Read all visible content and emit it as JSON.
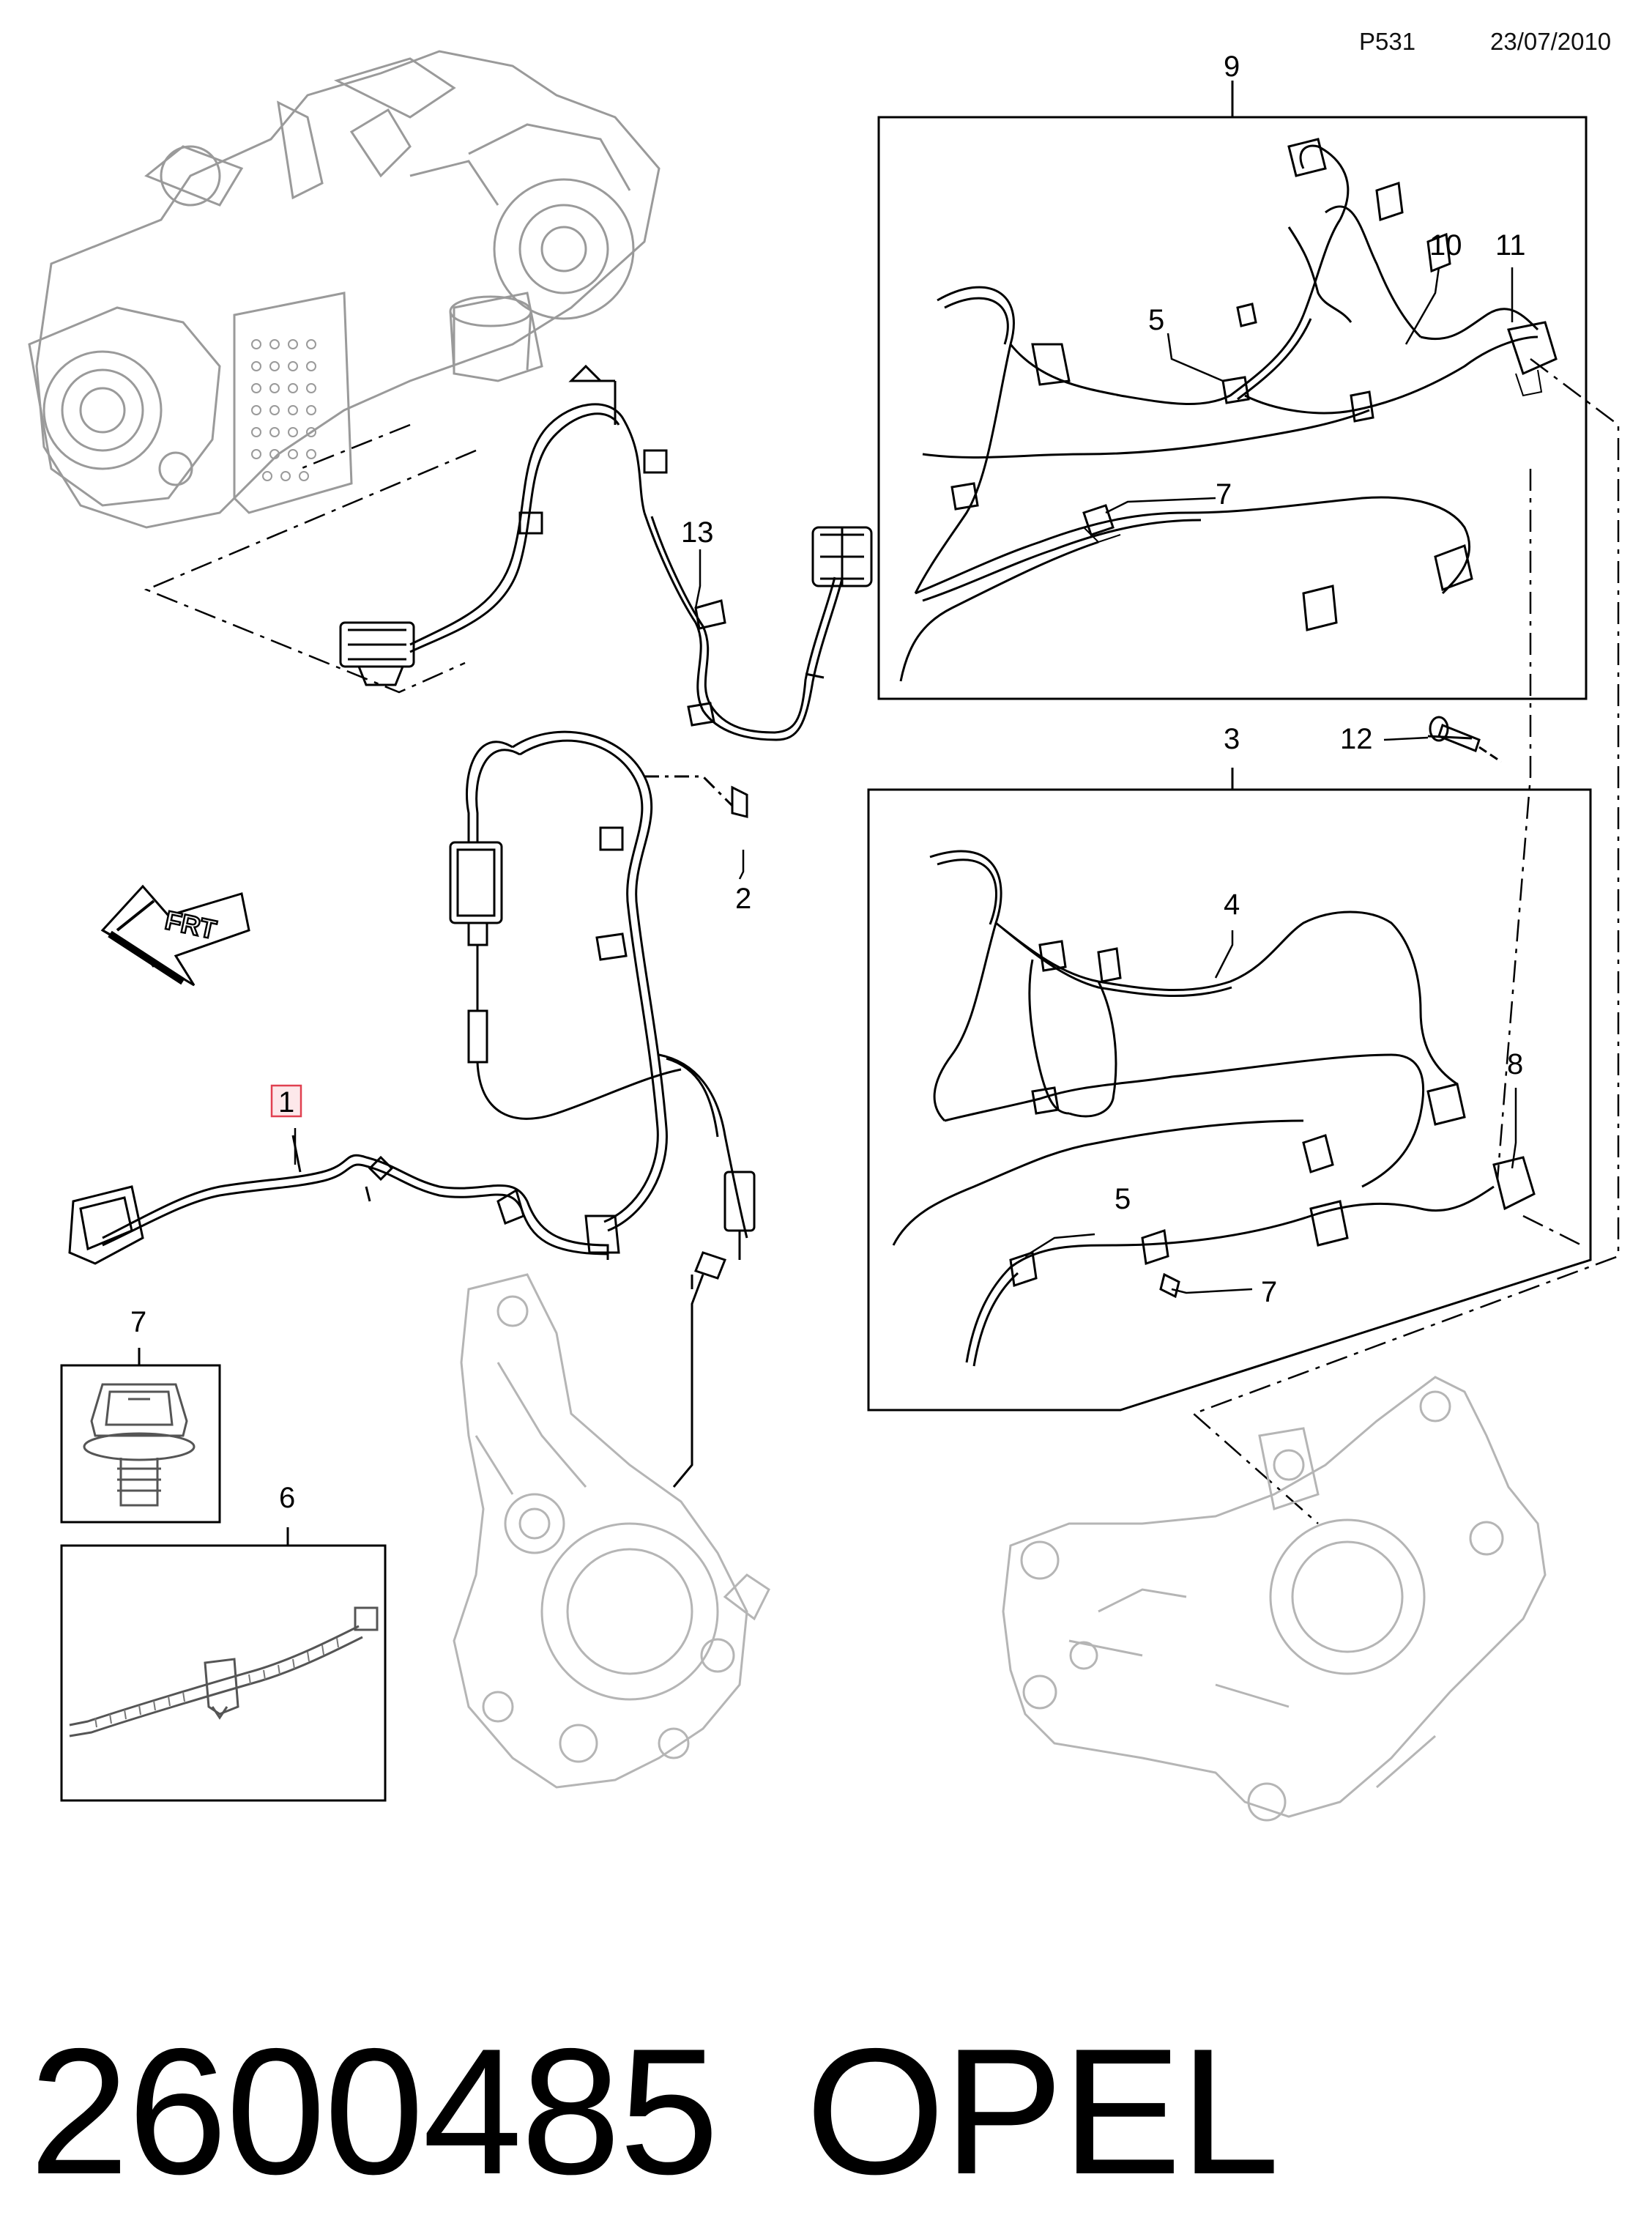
{
  "header": {
    "page_code": "P531",
    "date": "23/07/2010"
  },
  "footer": {
    "part_number": "2600485",
    "brand": "OPEL"
  },
  "frt_label": "FRT",
  "callouts": {
    "c1": "1",
    "c2": "2",
    "c3": "3",
    "c4": "4",
    "c5a": "5",
    "c5b": "5",
    "c6": "6",
    "c7a": "7",
    "c7b": "7",
    "c7c": "7",
    "c8": "8",
    "c9": "9",
    "c10": "10",
    "c11": "11",
    "c12": "12",
    "c13": "13"
  },
  "colors": {
    "line": "#000000",
    "ghost": "#b5b5b5",
    "highlight": "#e04050"
  }
}
